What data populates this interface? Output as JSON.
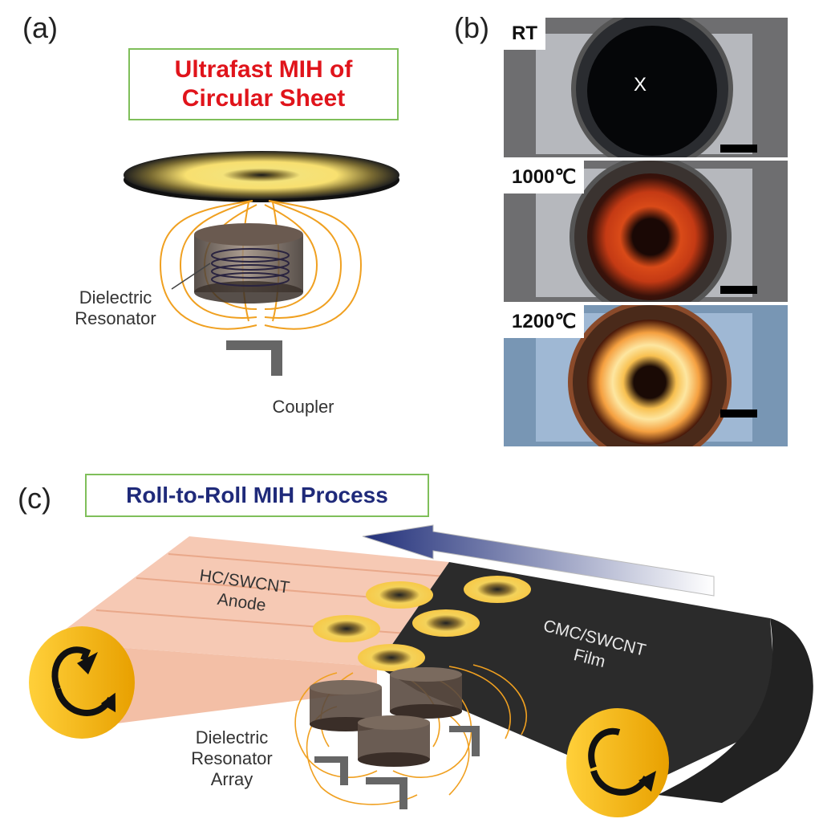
{
  "panel_a": {
    "label": "(a)",
    "title": "Ultrafast MIH of Circular Sheet",
    "resonator_label_line1": "Dielectric",
    "resonator_label_line2": "Resonator",
    "coupler_label": "Coupler"
  },
  "panel_b": {
    "label": "(b)",
    "photos": [
      {
        "temp": "RT",
        "marker": "X"
      },
      {
        "temp": "1000℃"
      },
      {
        "temp": "1200℃"
      }
    ]
  },
  "panel_c": {
    "label": "(c)",
    "title": "Roll-to-Roll MIH Process",
    "anode_label_line1": "HC/SWCNT",
    "anode_label_line2": "Anode",
    "film_label_line1": "CMC/SWCNT",
    "film_label_line2": "Film",
    "array_label_line1": "Dielectric",
    "array_label_line2": "Resonator",
    "array_label_line3": "Array"
  },
  "colors": {
    "title_red": "#e0141b",
    "title_navy": "#1f2a7a",
    "callout_border": "#7fbf5a",
    "field_line": "#f0a020",
    "roller_yellow": "#f7b500",
    "film_dark": "#2b2b2b",
    "anode_pink": "#f6c9b4"
  }
}
